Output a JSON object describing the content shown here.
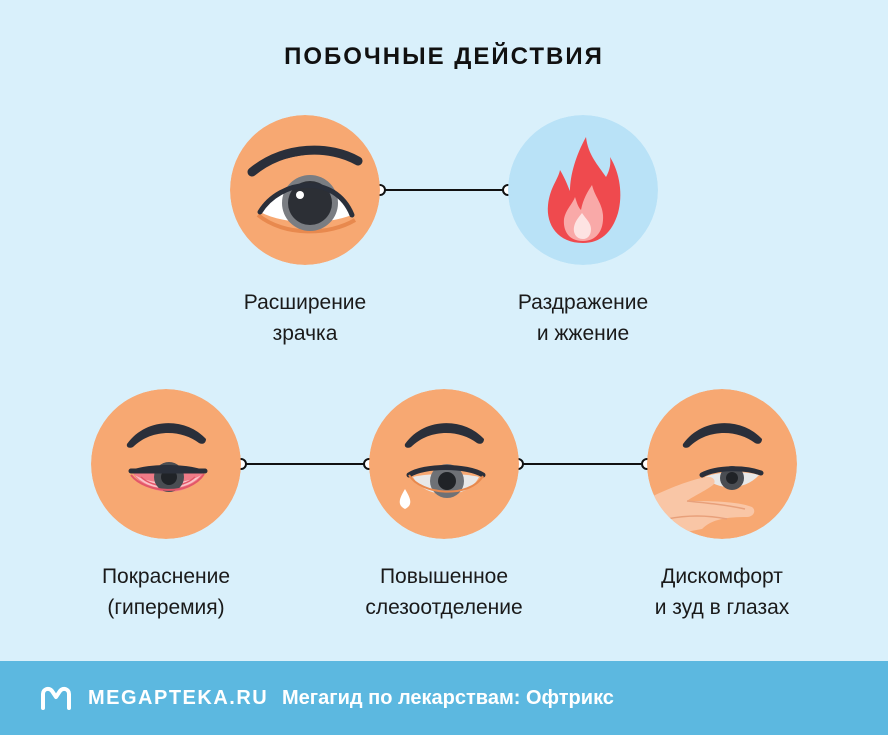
{
  "title": "ПОБОЧНЫЕ ДЕЙСТВИЯ",
  "items": [
    {
      "line1": "Расширение",
      "line2": "зрачка",
      "icon": "dilated-pupil-eye-icon"
    },
    {
      "line1": "Раздражение",
      "line2": "и жжение",
      "icon": "flame-icon"
    },
    {
      "line1": "Покраснение",
      "line2": "(гиперемия)",
      "icon": "red-eye-icon"
    },
    {
      "line1": "Повышенное",
      "line2": "слезоотделение",
      "icon": "tearing-eye-icon"
    },
    {
      "line1": "Дискомфорт",
      "line2": "и зуд в глазах",
      "icon": "eye-rubbing-icon"
    }
  ],
  "footer": {
    "brand": "MEGAPTEKA.RU",
    "text": "Мегагид по лекарствам: Офтрикс"
  },
  "colors": {
    "background": "#d9f0fb",
    "skin": "#f7a872",
    "flame_circle": "#b9e2f7",
    "flame": "#ef4a4e",
    "footer": "#5cb8e0"
  }
}
